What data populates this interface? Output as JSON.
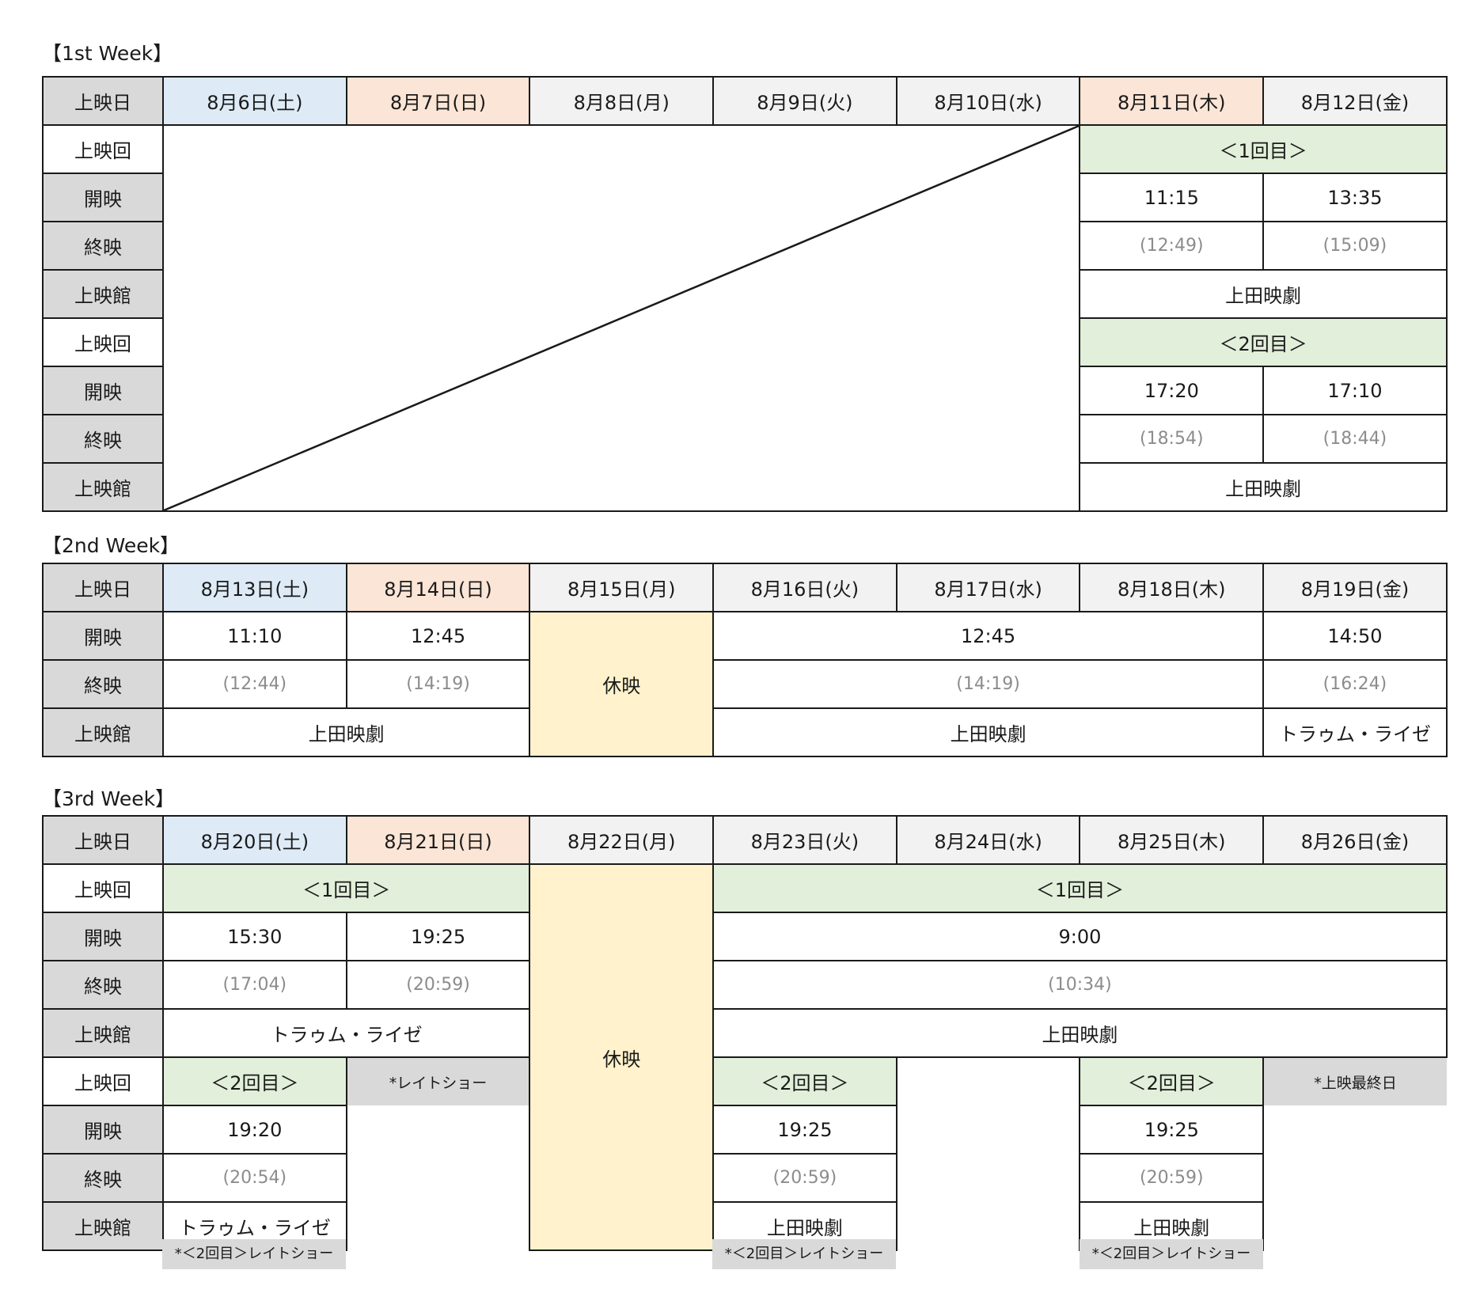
{
  "labels": {
    "date": "上映日",
    "round": "上映回",
    "start": "開映",
    "end": "終映",
    "venue": "上映館"
  },
  "week1": {
    "title": "【1st Week】",
    "dates": [
      "8月6日(土)",
      "8月7日(日)",
      "8月8日(月)",
      "8月9日(火)",
      "8月10日(水)",
      "8月11日(木)",
      "8月12日(金)"
    ],
    "round1": "＜1回目＞",
    "r1_start": [
      "11:15",
      "13:35"
    ],
    "r1_end": [
      "(12:49)",
      "(15:09)"
    ],
    "r1_venue": "上田映劇",
    "round2": "＜2回目＞",
    "r2_start": [
      "17:20",
      "17:10"
    ],
    "r2_end": [
      "(18:54)",
      "(18:44)"
    ],
    "r2_venue": "上田映劇"
  },
  "week2": {
    "title": "【2nd Week】",
    "dates": [
      "8月13日(土)",
      "8月14日(日)",
      "8月15日(月)",
      "8月16日(火)",
      "8月17日(水)",
      "8月18日(木)",
      "8月19日(金)"
    ],
    "start": [
      "11:10",
      "12:45",
      "12:45",
      "14:50"
    ],
    "end": [
      "(12:44)",
      "(14:19)",
      "(14:19)",
      "(16:24)"
    ],
    "closed": "休映",
    "venue": [
      "上田映劇",
      "上田映劇",
      "トラゥム・ライゼ"
    ]
  },
  "week3": {
    "title": "【3rd Week】",
    "dates": [
      "8月20日(土)",
      "8月21日(日)",
      "8月22日(月)",
      "8月23日(火)",
      "8月24日(水)",
      "8月25日(木)",
      "8月26日(金)"
    ],
    "round1": [
      "＜1回目＞",
      "＜1回目＞"
    ],
    "r1_start": [
      "15:30",
      "19:25",
      "9:00"
    ],
    "r1_end": [
      "(17:04)",
      "(20:59)",
      "(10:34)"
    ],
    "r1_venue": [
      "トラゥム・ライゼ",
      "上田映劇"
    ],
    "closed": "休映",
    "round2": [
      "＜2回目＞",
      "＜2回目＞",
      "＜2回目＞"
    ],
    "late_show": "*レイトショー",
    "last_day": "*上映最終日",
    "r2_start": [
      "19:20",
      "19:25",
      "19:25"
    ],
    "r2_end": [
      "(20:54)",
      "(20:59)",
      "(20:59)"
    ],
    "r2_venue": [
      "トラゥム・ライゼ",
      "上田映劇",
      "上田映劇"
    ],
    "footnote": "*＜2回目＞レイトショー"
  }
}
